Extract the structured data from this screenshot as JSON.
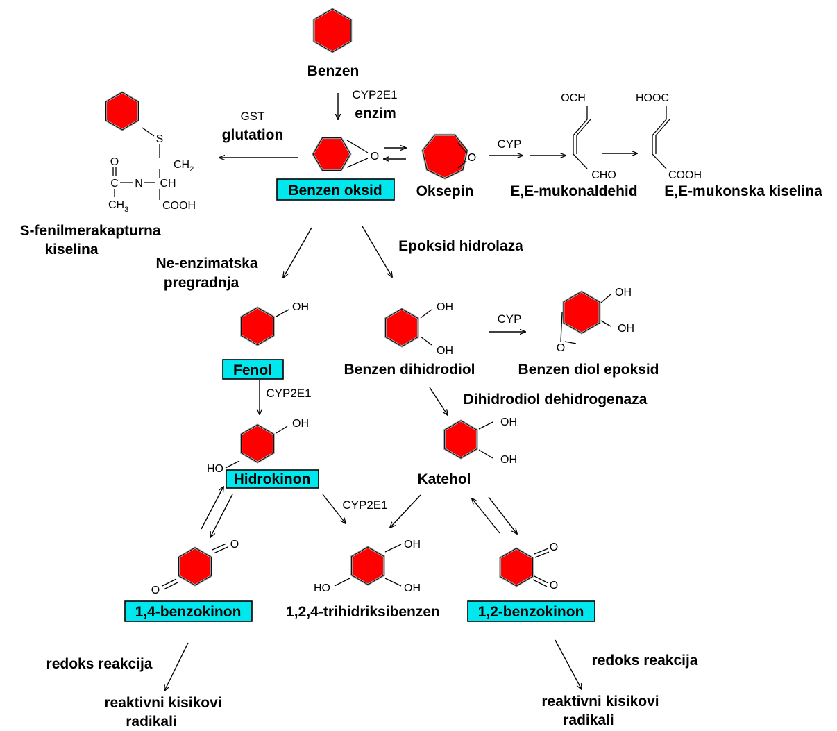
{
  "colors": {
    "ring": "#ff0000",
    "ring_edge": "#a7a7a7",
    "highlight": "#00e8ee"
  },
  "compounds": {
    "benzen": "Benzen",
    "benzen_oksid": "Benzen oksid",
    "oksepin": "Oksepin",
    "mukonaldehid": "E,E-mukonaldehid",
    "mukonska": "E,E-mukonska kiselina",
    "sfenil_1": "S-fenilmerakapturna",
    "sfenil_2": "kiselina",
    "fenol": "Fenol",
    "benzen_dihidrodiol": "Benzen dihidrodiol",
    "benzen_diol_epoksid": "Benzen diol epoksid",
    "hidrokinon": "Hidrokinon",
    "katehol": "Katehol",
    "benzokinon_14": "1,4-benzokinon",
    "trihidroksibenzen": "1,2,4-trihidriksibenzen",
    "benzokinon_12": "1,2-benzokinon",
    "reaktivni_left_1": "reaktivni kisikovi",
    "reaktivni_left_2": "radikali",
    "reaktivni_right_1": "reaktivni kisikovi",
    "reaktivni_right_2": "radikali"
  },
  "enzymes": {
    "cyp2e1_top": "CYP2E1",
    "enzim": "enzim",
    "gst": "GST",
    "glutation": "glutation",
    "cyp_mukon": "CYP",
    "ne_enzimatska_1": "Ne-enzimatska",
    "ne_enzimatska_2": "pregradnja",
    "epoksid_hidrolaza": "Epoksid hidrolaza",
    "cyp_diol": "CYP",
    "cyp2e1_fenol": "CYP2E1",
    "dihidrodiol_dehidrogenaza": "Dihidrodiol dehidrogenaza",
    "cyp2e1_tri": "CYP2E1",
    "redoks_left": "redoks reakcija",
    "redoks_right": "redoks reakcija"
  },
  "atoms": {
    "o_epoxide": "O",
    "o_oxepin": "O",
    "och": "OCH",
    "cho": "CHO",
    "hooc": "HOOC",
    "cooh_mukon": "COOH",
    "s": "S",
    "ch2": "CH",
    "ch2_sub": "2",
    "o_acetyl": "O",
    "c_acetyl": "C",
    "n": "N",
    "ch": "CH",
    "ch3": "CH",
    "ch3_sub": "3",
    "cooh_sfenil": "COOH",
    "oh_fenol": "OH",
    "oh_diol_1": "OH",
    "oh_diol_2": "OH",
    "oh_epox_1": "OH",
    "oh_epox_2": "OH",
    "o_epox_diol": "O",
    "oh_hq": "OH",
    "ho_hq": "HO",
    "oh_cat_1": "OH",
    "oh_cat_2": "OH",
    "o_14_top": "O",
    "o_14_bottom": "O",
    "oh_tri_1": "OH",
    "oh_tri_2": "OH",
    "ho_tri": "HO",
    "o_12_1": "O",
    "o_12_2": "O"
  }
}
